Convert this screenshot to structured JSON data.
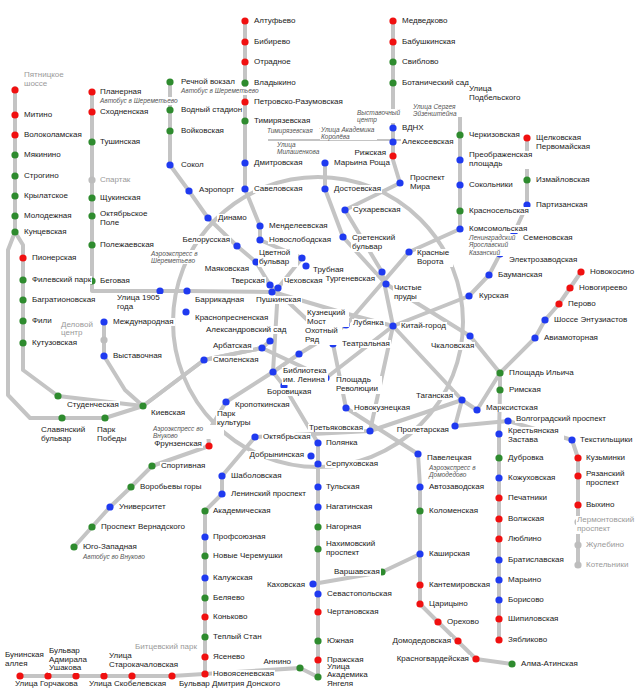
{
  "diagram": {
    "labels": [
      "Пятницкое шоссе",
      "Митино",
      "Волоколамская",
      "Мякинино",
      "Строгино",
      "Крылатское",
      "Молодежная",
      "Кунцевская",
      "Пионерская",
      "Филевский парк",
      "Багратионовская",
      "Фили",
      "Кутузовская",
      "Студенческая",
      "Славянский бульвар",
      "Парк Победы",
      "Киевская",
      "Аэроэкспресс во Внуково",
      "Международная",
      "Деловой центр",
      "Выставочная",
      "Планерная",
      "Автобус в Шереметьево",
      "Сходненская",
      "Тушинская",
      "Спартак",
      "Щукинская",
      "Октябрьское Поле",
      "Полежаевская",
      "Беговая",
      "Улица 1905 года",
      "Баррикадная",
      "Краснопресненская",
      "Речной вокзал",
      "Автобус в Шереметьево",
      "Водный стадион",
      "Войковская",
      "Сокол",
      "Аэропорт",
      "Динамо",
      "Белорусская",
      "Аэроэкспресс в Шереметьево",
      "Маяковская",
      "Тверская",
      "Чеховская",
      "Пушкинская",
      "Театральная",
      "Новокузнецкая",
      "Павелецкая",
      "Аэроэкспресс в Домодедово",
      "Автозаводская",
      "Коломенская",
      "Каширская",
      "Кантемировская",
      "Царицыно",
      "Орехово",
      "Домодедовская",
      "Красногвардейская",
      "Алма-Атинская",
      "Алтуфьево",
      "Бибирево",
      "Отрадное",
      "Владыкино",
      "Петровско-Разумовская",
      "Тимирязевская",
      "Дмитровская",
      "Савеловская",
      "Менделеевская",
      "Новослободская",
      "Цветной бульвар",
      "Трубная",
      "Марьина Роща",
      "Достоевская",
      "Сухаревская",
      "Сретенский бульвар",
      "Тургеневская",
      "Чистые пруды",
      "Медведково",
      "Бабушкинская",
      "Свиблово",
      "Ботанический сад",
      "ВДНХ",
      "Алексеевская",
      "Рижская",
      "Проспект Мира",
      "Тимирязевская",
      "Телецентр",
      "Выставочный центр",
      "Улица Сергея Эйзенштейна",
      "Улица Милашенкова",
      "Улица Академика Королёва",
      "Китай-город",
      "Третьяковская",
      "Октябрьская",
      "Шаболовская",
      "Ленинский проспект",
      "Академическая",
      "Профсоюзная",
      "Новые Черемушки",
      "Калужская",
      "Беляево",
      "Коньково",
      "Теплый Стан",
      "Ясенево",
      "Новоясеневская",
      "Битцевский парк",
      "Бунинская аллея",
      "Улица Горчакова",
      "Бульвар Адмирала Ушакова",
      "Улица Скобелевская",
      "Улица Старокачаловская",
      "Бульвар Дмитрия Донского",
      "Боровицкая",
      "Библиотека им. Ленина",
      "Александровский сад",
      "Арбатская",
      "Смоленская",
      "Кропоткинская",
      "Парк культуры",
      "Фрунзенская",
      "Спортивная",
      "Воробьевы горы",
      "Университет",
      "Проспект Вернадского",
      "Юго-Западная",
      "Автобус во Внуково",
      "Улица Подбельского",
      "Черкизовская",
      "Преображенская площадь",
      "Сокольники",
      "Красносельская",
      "Комсомольская",
      "Ленинградский Ярославский Казанский",
      "Красные Ворота",
      "Кузнецкий Мост",
      "Лубянка",
      "Охотный Ряд",
      "Площадь Революции",
      "Щелковская",
      "Первомайская",
      "Измайловская",
      "Партизанская",
      "Семеновская",
      "Электрозаводская",
      "Бауманская",
      "Курская",
      "Чкаловская",
      "Новокосино",
      "Новогиреево",
      "Перово",
      "Шоссе Энтузиастов",
      "Авиамоторная",
      "Площадь Ильича",
      "Римская",
      "Марксистская",
      "Таганская",
      "Пролетарская",
      "Волгоградский проспект",
      "Крестьянская Застава",
      "Дубровка",
      "Кожуховская",
      "Печатники",
      "Волжская",
      "Люблино",
      "Братиславская",
      "Марьино",
      "Борисово",
      "Шипиловская",
      "Зябликово",
      "Текстильщики",
      "Кузьминки",
      "Рязанский проспект",
      "Выхино",
      "Лермонтовский проспект",
      "Жулебино",
      "Котельники",
      "Полянка",
      "Добрынинская",
      "Серпуховская",
      "Тульская",
      "Нагатинская",
      "Нагорная",
      "Нахимовский проспект",
      "Каховская",
      "Варшавская",
      "Севастопольская",
      "Чертановская",
      "Южная",
      "Пражская",
      "Улица Академика Янгеля",
      "Аннино"
    ]
  }
}
